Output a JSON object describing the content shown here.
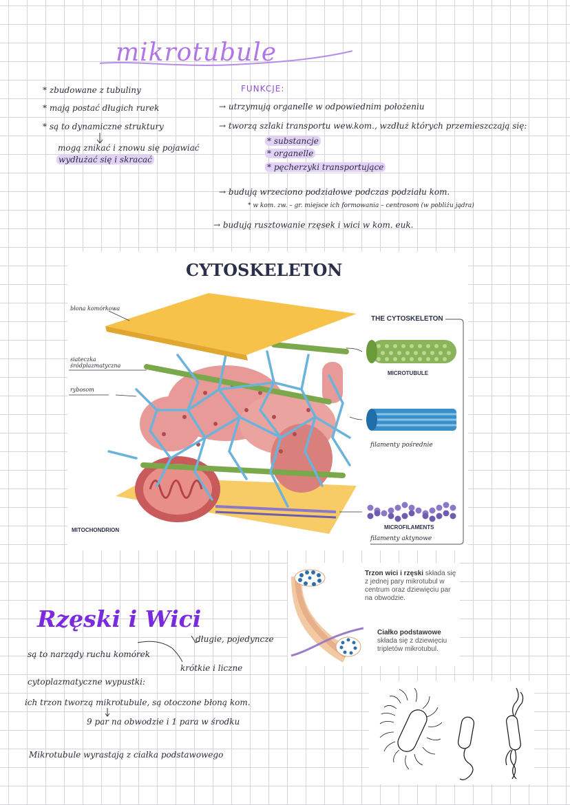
{
  "title": "mikrotubule",
  "left_notes": [
    "* zbudowane z tubuliny",
    "* mają postać długich rurek",
    "* są to dynamiczne struktury",
    "mogą znikać i znowu się pojawiać",
    "wydłużać się i skracać"
  ],
  "funkcje": {
    "heading": "FUNKCJE:",
    "items": [
      "→ utrzymują organelle w odpowiednim położeniu",
      "→ tworzą szlaki transportu wew.kom., wzdłuż których przemieszczają się:",
      "* substancje",
      "* organelle",
      "* pęcherzyki transportujące",
      "→ budują wrzeciono podziałowe podczas podziału kom.",
      "* w kom. zw. – gr. miejsce ich formowania – centrosom (w pobliżu jądra)",
      "→ budują rusztowanie rzęsek i wici w kom. euk."
    ]
  },
  "cytoskeleton": {
    "title": "CYTOSKELETON",
    "panel_title": "THE CYTOSKELETON",
    "labels": {
      "membrane": "błona komórkowa",
      "er": "siateczka śródplazmatyczna",
      "ribosome": "rybosom",
      "mito": "MITOCHONDRION",
      "microtubule": "MICROTUBULE",
      "intermediate": "filamenty pośrednie",
      "microfilaments": "MICROFILAMENTS",
      "actin": "filamenty aktynowe"
    },
    "colors": {
      "plate": "#f6c24a",
      "er": "#e79a97",
      "blue": "#6bb3da",
      "green": "#7aa84a",
      "purple": "#8b78c8"
    }
  },
  "cilia_figure": {
    "text1_bold": "Trzon wici i rzęski",
    "text1_rest": "składa się z jednej pary mikrotubul w centrum oraz dziewięciu par na obwodzie.",
    "text2_bold": "Ciałko podstawowe",
    "text2_rest": "składa się z dziewięciu tripletów mikrotubul."
  },
  "rzeski": {
    "heading": "Rzęski i Wici",
    "note_long": "długie, pojedyncze",
    "note_short": "krótkie i liczne",
    "line1": "są to narządy ruchu komórek",
    "line2": "cytoplazmatyczne wypustki:",
    "line3": "ich trzon tworzą mikrotubule, są otoczone błoną kom.",
    "line4": "9 par na obwodzie i 1 para w środku",
    "line5": "Mikrotubule wyrastają z ciałka podstawowego"
  }
}
